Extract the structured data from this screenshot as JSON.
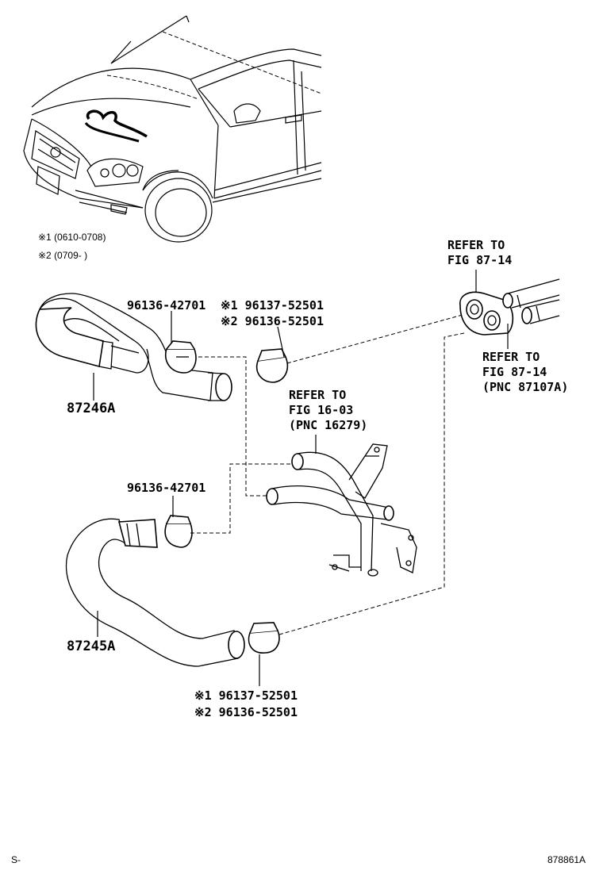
{
  "notes": {
    "note1": "※1 (0610-0708)",
    "note2": "※2 (0709-       )"
  },
  "labels": {
    "hose_upper": "87246A",
    "hose_lower": "87245A",
    "clamp_upper_left": "96136-42701",
    "clamp_upper_right_1": "※1 96137-52501",
    "clamp_upper_right_2": "※2 96136-52501",
    "clamp_lower_left": "96136-42701",
    "clamp_lower_right_1": "※1 96137-52501",
    "clamp_lower_right_2": "※2 96136-52501",
    "ref_top_1": "REFER TO",
    "ref_top_2": "FIG 87-14",
    "ref_right_1": "REFER TO",
    "ref_right_2": "FIG 87-14",
    "ref_right_3": "(PNC 87107A)",
    "ref_mid_1": "REFER TO",
    "ref_mid_2": "FIG 16-03",
    "ref_mid_3": "(PNC 16279)"
  },
  "footer": {
    "left_code": "S-",
    "right_code": "878861A"
  }
}
